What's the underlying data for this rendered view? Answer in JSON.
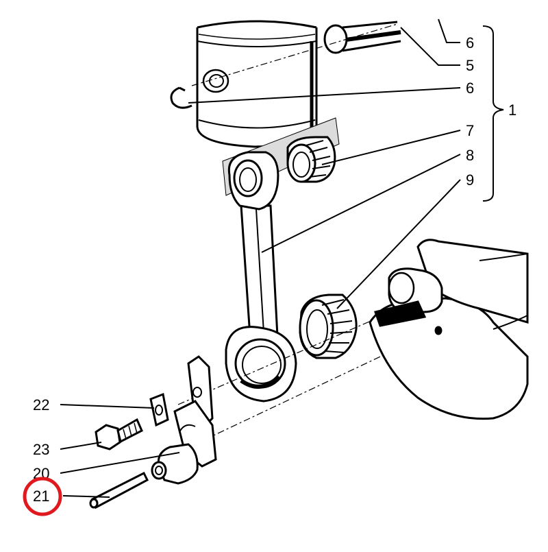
{
  "callouts": {
    "c6a": "6",
    "c5": "5",
    "c6b": "6",
    "c1": "1",
    "c7": "7",
    "c8": "8",
    "c9": "9",
    "c22": "22",
    "c23": "23",
    "c20": "20",
    "c21": "21"
  },
  "highlight": {
    "label": "21",
    "color": "#e0191f"
  }
}
